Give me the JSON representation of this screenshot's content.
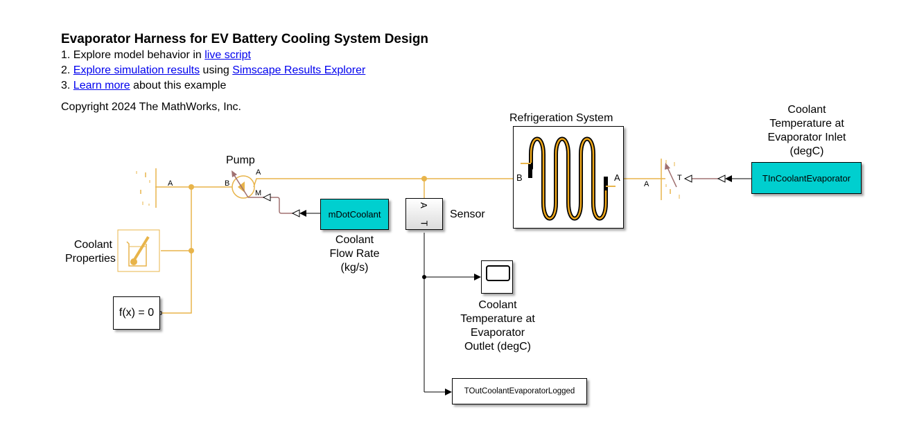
{
  "header": {
    "title": "Evaporator Harness for EV Battery Cooling System Design",
    "line1_prefix": "1. Explore model behavior in ",
    "line1_link": "live script",
    "line2_prefix": "2. ",
    "line2_link1": "Explore simulation results",
    "line2_middle": " using ",
    "line2_link2": "Simscape Results Explorer",
    "line3_prefix": "3. ",
    "line3_link": "Learn more",
    "line3_suffix": " about this example",
    "copyright": "Copyright 2024 The MathWorks, Inc."
  },
  "blocks": {
    "pump": {
      "label": "Pump",
      "port_a": "A",
      "port_b": "B",
      "port_m": "M"
    },
    "reservoir_left": {
      "port_a": "A"
    },
    "coolant_properties": {
      "label_line1": "Coolant",
      "label_line2": "Properties"
    },
    "solver": {
      "text": "f(x) = 0"
    },
    "mdot": {
      "text": "mDotCoolant",
      "label_line1": "Coolant",
      "label_line2": "Flow Rate",
      "label_line3": "(kg/s)"
    },
    "sensor": {
      "label": "Sensor",
      "port_a": "A",
      "port_t": "T"
    },
    "refrigeration": {
      "label": "Refrigeration System",
      "port_a": "A",
      "port_b": "B"
    },
    "reservoir_right": {
      "port_a": "A",
      "port_t": "T"
    },
    "tin": {
      "text": "TInCoolantEvaporator",
      "label_line1": "Coolant",
      "label_line2": "Temperature at",
      "label_line3": "Evaporator Inlet",
      "label_line4": "(degC)"
    },
    "scope": {
      "label_line1": "Coolant",
      "label_line2": "Temperature at",
      "label_line3": "Evaporator",
      "label_line4": "Outlet (degC)"
    },
    "tout": {
      "text": "TOutCoolantEvaporatorLogged"
    }
  },
  "colors": {
    "thermal_liquid": "#e8b44a",
    "physical_signal": "#a07070",
    "signal": "#000000",
    "teal_block": "#00cfcf",
    "link": "#0000ee"
  }
}
